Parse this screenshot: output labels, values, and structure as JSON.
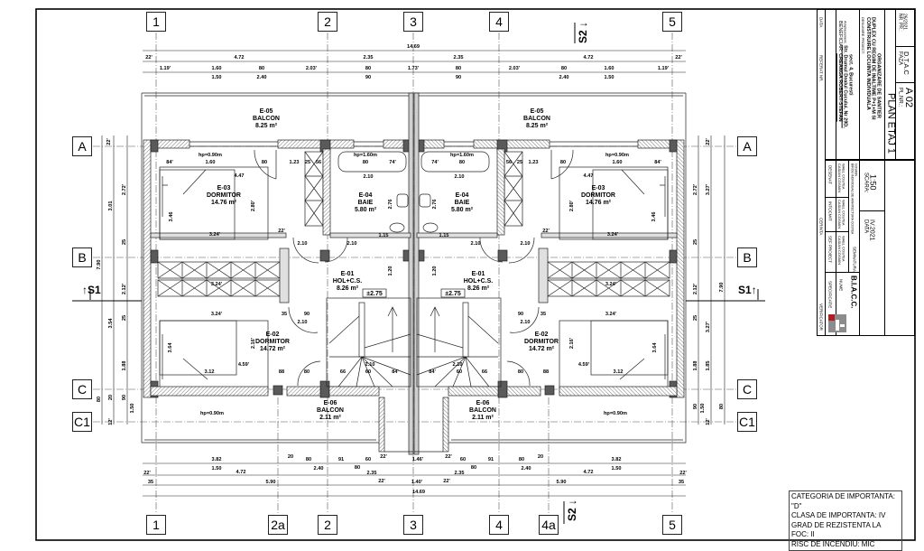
{
  "grid_axes": {
    "top": [
      "1",
      "2",
      "3",
      "4",
      "5"
    ],
    "bottom": [
      "1",
      "2a",
      "2",
      "3",
      "4",
      "4a",
      "5"
    ],
    "left": [
      "A",
      "B",
      "C",
      "C1"
    ],
    "right": [
      "A",
      "B",
      "C",
      "C1"
    ]
  },
  "sections": {
    "s1_left": "S1",
    "s1_right": "S1",
    "s2_top": "S2",
    "s2_bottom": "S2"
  },
  "rooms": [
    {
      "code": "E-05",
      "name": "BALCON",
      "area": "8.25 m²"
    },
    {
      "code": "E-05",
      "name": "BALCON",
      "area": "8.25 m²"
    },
    {
      "code": "E-03",
      "name": "DORMITOR",
      "area": "14.76 m²"
    },
    {
      "code": "E-03",
      "name": "DORMITOR",
      "area": "14.76 m²"
    },
    {
      "code": "E-04",
      "name": "BAIE",
      "area": "5.80 m²"
    },
    {
      "code": "E-04",
      "name": "BAIE",
      "area": "5.80 m²"
    },
    {
      "code": "E-01",
      "name": "HOL+C.S.",
      "area": "8.26 m²"
    },
    {
      "code": "E-01",
      "name": "HOL+C.S.",
      "area": "8.26 m²"
    },
    {
      "code": "E-02",
      "name": "DORMITOR",
      "area": "14.72 m²"
    },
    {
      "code": "E-02",
      "name": "DORMITOR",
      "area": "14.72 m²"
    },
    {
      "code": "E-06",
      "name": "BALCON",
      "area": "2.11 m²"
    },
    {
      "code": "E-06",
      "name": "BALCON",
      "area": "2.11 m²"
    }
  ],
  "level_marks": [
    "±2.75",
    "±2.75"
  ],
  "dims": {
    "top": [
      "14.69",
      "22'",
      "4.72",
      "2.35",
      "2.35",
      "4.72",
      "22'",
      "1.19'",
      "1.60",
      "80",
      "2.03'",
      "80",
      "1.73'",
      "80",
      "2.03'",
      "80",
      "1.60",
      "1.19'",
      "1.50",
      "2.40",
      "90",
      "90",
      "2.40",
      "1.50"
    ],
    "bottom": [
      "3.82",
      "20",
      "80",
      "91",
      "60",
      "22'",
      "1.46'",
      "22'",
      "60",
      "91",
      "80",
      "20",
      "3.82",
      "1.50",
      "2.40",
      "80",
      "80",
      "2.40",
      "1.50",
      "22'",
      "4.72",
      "2.35",
      "2.35",
      "4.72",
      "22'",
      "35",
      "5.90",
      "22'",
      "1.40'",
      "22'",
      "5.90",
      "35",
      "14.69"
    ],
    "left": [
      "22'",
      "3.01",
      "2.72'",
      "25",
      "7.90",
      "2.12'",
      "3.54",
      "25",
      "1.88",
      "80",
      "20",
      "90",
      "1.50",
      "12'"
    ],
    "right": [
      "22'",
      "3.27'",
      "2.72'",
      "25",
      "7.90",
      "2.12'",
      "3.27'",
      "25",
      "1.88",
      "1.85",
      "80",
      "90",
      "1.50",
      "12'"
    ],
    "interior": [
      "hp=0.90m",
      "84'",
      "1.60",
      "80",
      "1.23",
      "25",
      "56",
      "hp=1.60m",
      "80",
      "74'",
      "2.10",
      "4.47",
      "3.24'",
      "22'",
      "2.10",
      "2.10",
      "1.15",
      "3.24'",
      "3.24'",
      "35",
      "90",
      "2.10",
      "3.12",
      "4.59'",
      "88",
      "80",
      "66",
      "60",
      "84'",
      "2.10",
      "hp=0.90m",
      "3.46",
      "2.80'",
      "2.76",
      "3.64",
      "2.16'",
      "1.20"
    ]
  },
  "title_block": {
    "verification_headers": [
      "VERIFICATOR",
      "CERINTA",
      "REFERAT NR.",
      "DATA"
    ],
    "firm": "B.I.A.C.C.",
    "firm_details": "BIROU INDIVIDUAL DE ARHITECTURA COSTEA COSMIN",
    "col_specification": "SPECIFICATIE",
    "col_name": "NUME",
    "col_signature": "SEMNATURA",
    "roles": [
      "SEF PROIECT",
      "INTOCMIT",
      "DESENAT"
    ],
    "names": [
      "CASIAN COSMIN WAEL COSTEA",
      "CASIAN COSMIN WAEL COSTEA",
      "CASIAN COSMIN WAEL COSTEA"
    ],
    "scale_label": "SCARA:",
    "scale": "1:50",
    "date_label": "DATA",
    "date": "IV.2021",
    "beneficiary_label": "BENEFICIAR:",
    "beneficiary": "CREANGA ROBERT-STEFAN",
    "site_label": "Amplasament:",
    "site_line1": "Str. Drumul Dealul Cucului, Nr 29D,",
    "site_line2": "sect. 4, Bucuresti",
    "project_label": "DENUMIRE PROIECT:",
    "project_line1": "CONSTRUIRE LOCUINTA INDIVIDUALA",
    "project_line2": "DUPLEX CU REGIM DE INALTIME P+1+M SI",
    "project_line3": "ORGANIZARE DE SANTIER",
    "plan_title": "PLAN ETAJ 1",
    "nr_label": "NR. PR.:",
    "nr": "26/2021",
    "phase_label": "FAZA",
    "phase": "D.T.A.C",
    "sheet_label": "PL.NR.:",
    "sheet": "A 02"
  },
  "legend": [
    "CATEGORIA DE IMPORTANTA: \"D\"",
    "CLASA DE IMPORTANTA: IV",
    "GRAD DE REZISTENTA LA FOC: II",
    "RISC DE INCENDIU: MIC"
  ],
  "colors": {
    "wall_dark": "#5a5a5a",
    "line": "#222222",
    "logo_red": "#b01e23",
    "logo_gray": "#8c8c8c"
  }
}
